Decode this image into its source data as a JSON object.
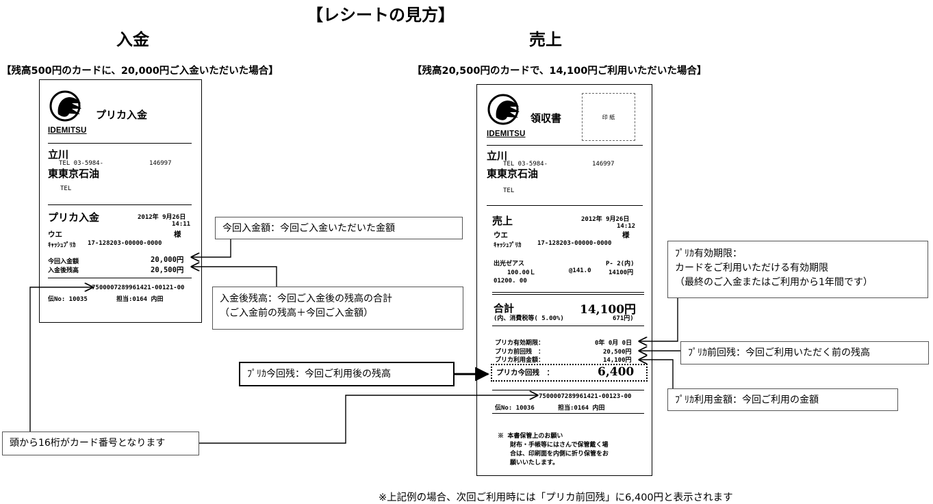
{
  "title": "【レシートの見方】",
  "left": {
    "heading": "入金",
    "case": "【残高500円のカードに、20,000円ご入金いただいた場合】",
    "receipt": {
      "header": "プリカ入金",
      "brand": "IDEMITSU",
      "store": "立川",
      "tel": "TEL 03-5984-",
      "store_no": "146997",
      "company": "東東京石油",
      "tel2": "TEL",
      "type": "プリカ入金",
      "date": "2012年 9月26日",
      "time": "14:11",
      "customer": "ウエ",
      "sama": "様",
      "card_label": "ｷｬｯｼｭﾌﾟﾘｶ",
      "card_no": "17-128203-00000-0000",
      "amount_label": "今回入金額",
      "amount_value": "20,000円",
      "balance_label": "入金後残高",
      "balance_value": "20,500円",
      "barcode": "7500007289961421-00121-00",
      "slip": "伝No: 10035",
      "staff": "担当:0164 内田"
    },
    "callouts": {
      "deposit": "今回入金額：今回ご入金いただいた金額",
      "after_line1": "入金後残高：今回ご入金後の残高の合計",
      "after_line2": "（ご入金前の残高＋今回ご入金額）"
    }
  },
  "right": {
    "heading": "売上",
    "case": "【残高20,500円のカードで、14,100円ご利用いただいた場合】",
    "receipt": {
      "header": "領収書",
      "stamp": "印 紙",
      "brand": "IDEMITSU",
      "store": "立川",
      "tel": "TEL 03-5984-",
      "store_no": "146997",
      "company": "東東京石油",
      "tel2": "TEL",
      "type": "売上",
      "date": "2012年 9月26日",
      "time": "14:12",
      "customer": "ウエ",
      "sama": "様",
      "card_label": "ｷｬｯｼｭﾌﾟﾘｶ",
      "card_no": "17-128203-00000-0000",
      "product": "出光ゼアス",
      "pump": "P- 2(内)",
      "qty": "100.00Ｌ",
      "unit_price": "@141.0",
      "line_total": "14100円",
      "code": "01200. 00",
      "total_label": "合計",
      "total_value": "14,100円",
      "tax_label": "(内、消費税等( 5.00%)",
      "tax_value": "671円)",
      "expiry_label": "プリカ有効期限：",
      "expiry_value": "0年 0月 0日",
      "prev_label": "プリカ前回残　：",
      "prev_value": "20,500円",
      "used_label": "プリカ利用金額：",
      "used_value": "14,100円",
      "now_label": "プリカ今回残　：",
      "now_value": "6,400",
      "barcode": "7500007289961421-00123-00",
      "slip": "伝No: 10036",
      "staff": "担当:0164 内田",
      "note1": "※ 本書保管上のお願い",
      "note2": "財布・手帳等にはさんで保管戴く場",
      "note3": "合は、印刷面を内側に折り保管をお",
      "note4": "願いいたします。"
    },
    "callouts": {
      "expiry_line1": "ﾌﾟﾘｶ有効期限：",
      "expiry_line2": "カードをご利用いただける有効期限",
      "expiry_line3": "（最終のご入金またはご利用から1年間です）",
      "prev": "ﾌﾟﾘｶ前回残：今回ご利用いただく前の残高",
      "now": "ﾌﾟﾘｶ今回残：今回ご利用後の残高",
      "used": "ﾌﾟﾘｶ利用金額：今回ご利用の金額"
    }
  },
  "card_number_note": "頭から16桁がカード番号となります",
  "footer": "※上記例の場合、次回ご利用時には「プリカ前回残」に6,400円と表示されます"
}
